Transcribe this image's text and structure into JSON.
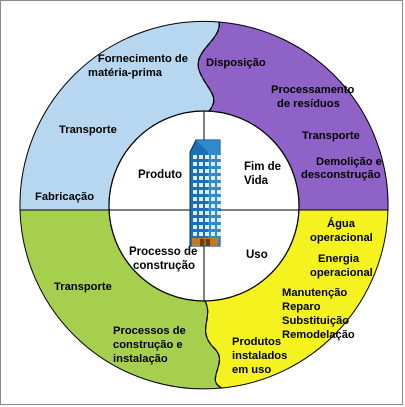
{
  "colors": {
    "blue": "#b7d6ef",
    "purple": "#8f62c8",
    "green": "#a6cf4e",
    "yellow": "#f4f21f",
    "inner": "#ffffff",
    "stroke": "#000000"
  },
  "segments": {
    "blue": {
      "labels": [
        {
          "line1": "Fornecimento de",
          "line2": "matéria-prima"
        },
        {
          "line1": "Transporte"
        },
        {
          "line1": "Fabricação"
        }
      ]
    },
    "purple": {
      "labels": [
        {
          "line1": "Disposição"
        },
        {
          "line1": "Processamento",
          "line2": "de resíduos"
        },
        {
          "line1": "Transporte"
        },
        {
          "line1": "Demolição e",
          "line2": "desconstrução"
        }
      ]
    },
    "green": {
      "labels": [
        {
          "line1": "Transporte"
        },
        {
          "line1": "Processos de",
          "line2": "construção e",
          "line3": "instalação"
        }
      ]
    },
    "yellow": {
      "labels": [
        {
          "line1": "Água",
          "line2": "operacional"
        },
        {
          "line1": "Energia",
          "line2": "operacional"
        },
        {
          "line1": "Manutenção",
          "line2": "Reparo",
          "line3": "Substituição",
          "line4": "Remodelação"
        },
        {
          "line1": "Produtos",
          "line2": "instalados",
          "line3": "em uso"
        }
      ]
    }
  },
  "center": {
    "produto": "Produto",
    "fim_line1": "Fim de",
    "fim_line2": "Vida",
    "processo_line1": "Processo de",
    "processo_line2": "construção",
    "uso": "Uso"
  },
  "building_icon": "office-building-icon"
}
